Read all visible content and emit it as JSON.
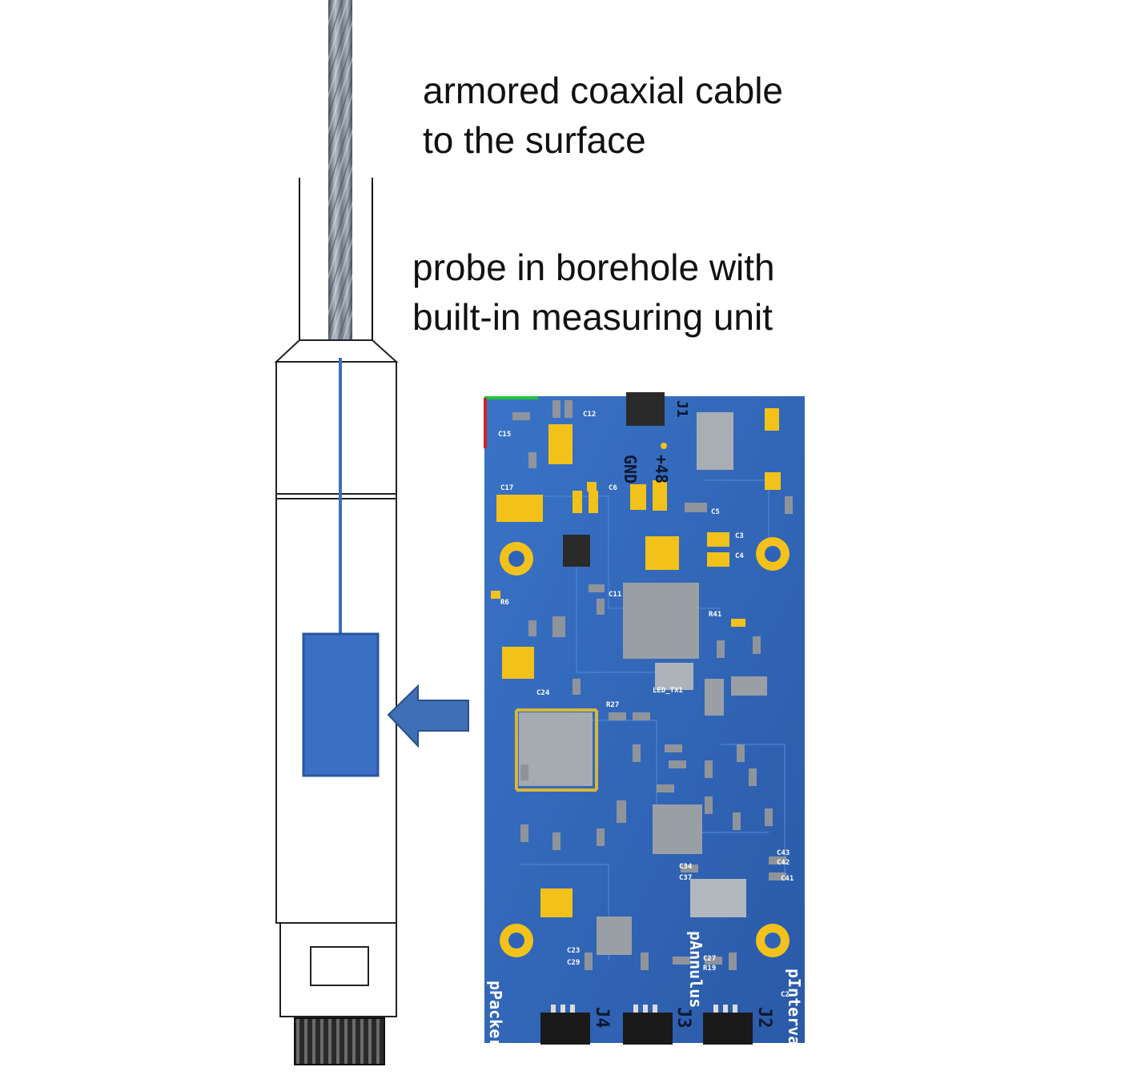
{
  "labels": {
    "cable": [
      "armored coaxial cable",
      "to the surface"
    ],
    "probe": [
      "probe in borehole with",
      "built-in measuring unit"
    ]
  },
  "pcb": {
    "power_labels": {
      "gnd": "GND",
      "plus48": "+48"
    },
    "connectors": [
      {
        "ref": "J4",
        "name": "pPacker"
      },
      {
        "ref": "J3",
        "name": "pAnnulus"
      },
      {
        "ref": "J2",
        "name": "pInterval"
      }
    ],
    "top_ref": "J1"
  },
  "colors": {
    "pcb_blue": "#2f63b8",
    "probe_unit_blue": "#3b6fc4",
    "arrow_blue": "#3f6fb5",
    "gold_pad": "#f2c21a",
    "chip_gray": "#9a9fa6",
    "connector_dark": "#1a1a1a"
  },
  "icons": {
    "arrow": "arrow-left-icon",
    "cable": "steel-cable-icon"
  }
}
